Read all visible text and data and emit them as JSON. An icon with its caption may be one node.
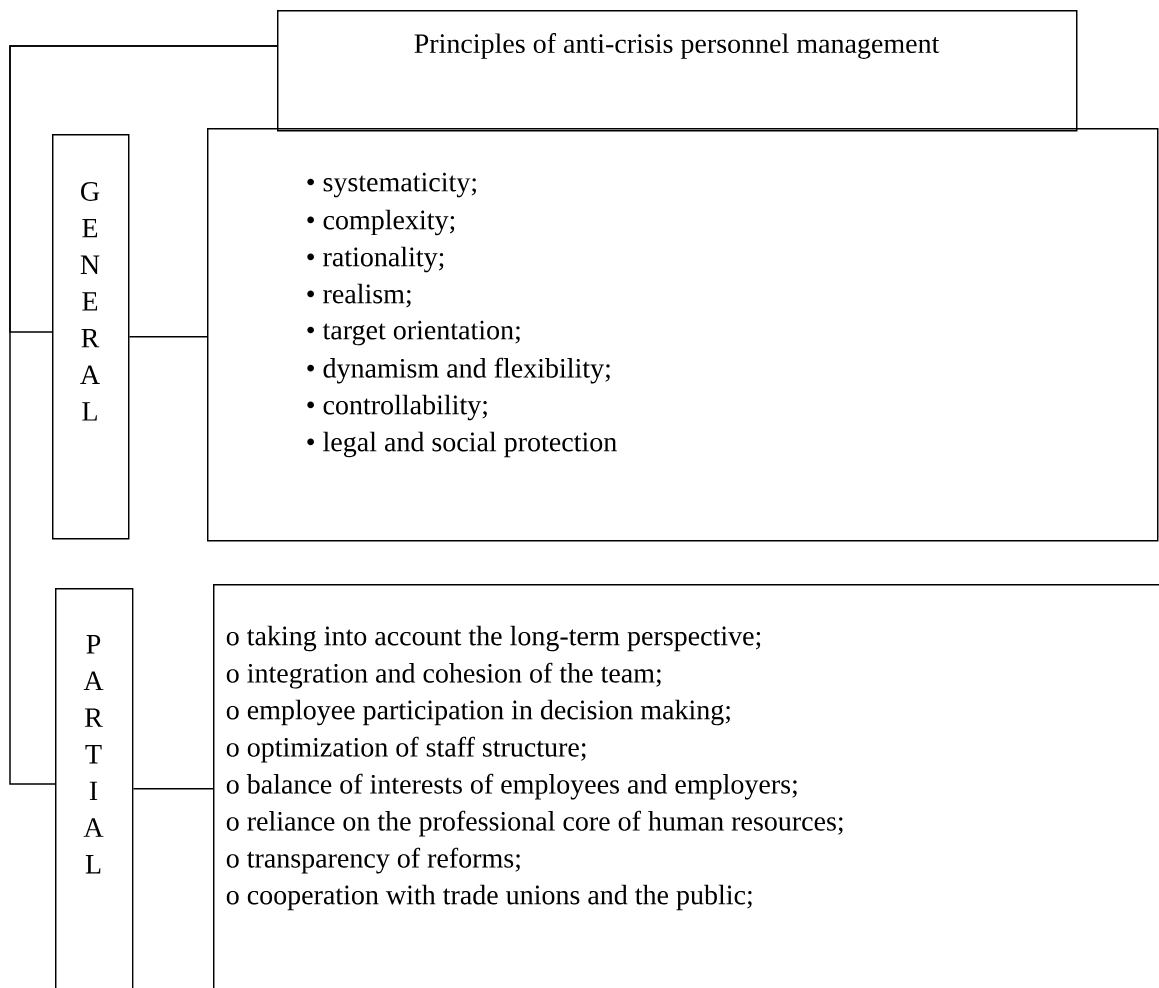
{
  "diagram": {
    "nodes": [
      {
        "text": [
          "Principles of anti-crisis personnel management"
        ]
      },
      {
        "text": [
          "GENERAL"
        ]
      },
      {
        "text": [
          "• systematicity;",
          "• complexity;",
          "• rationality;",
          "• realism;",
          "• target orientation;",
          "• dynamism and flexibility;",
          "• controllability;",
          "• legal and social protection"
        ]
      },
      {
        "text": [
          "PARTIAL"
        ]
      },
      {
        "text": [
          "o taking into account the long-term perspective;",
          "o integration and cohesion of the team;",
          "o employee participation in decision making;",
          "o optimization of staff structure;",
          "o balance of interests of employees and employers;",
          "o reliance on the professional core of human resources;",
          "o transparency of reforms;",
          "o cooperation with trade unions and the public;"
        ]
      }
    ],
    "edges": [
      {
        "from": 0,
        "to": 1,
        "arrow": "none"
      },
      {
        "from": 0,
        "to": 3,
        "arrow": "none"
      },
      {
        "from": 1,
        "to": 2,
        "arrow": "none"
      },
      {
        "from": 3,
        "to": 4,
        "arrow": "none"
      }
    ]
  }
}
